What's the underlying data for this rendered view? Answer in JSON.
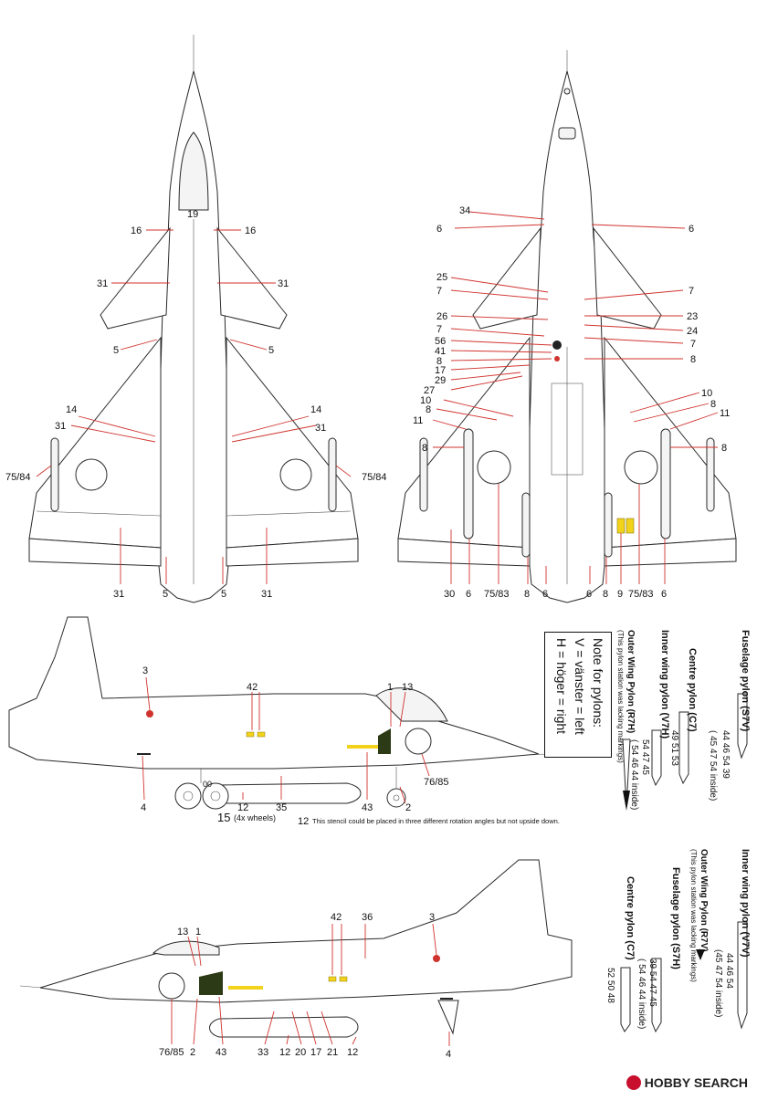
{
  "top_left_view": {
    "labels": [
      "19",
      "16",
      "16",
      "31",
      "31",
      "5",
      "5",
      "14",
      "14",
      "31",
      "31",
      "75/84",
      "75/84",
      "31",
      "5",
      "5",
      "31"
    ]
  },
  "top_right_view": {
    "labels": [
      "34",
      "6",
      "6",
      "25",
      "7",
      "7",
      "26",
      "23",
      "24",
      "7",
      "56",
      "7",
      "41",
      "8",
      "8",
      "17",
      "29",
      "27",
      "10",
      "10",
      "8",
      "8",
      "11",
      "11",
      "8",
      "8",
      "30",
      "6",
      "75/83",
      "8",
      "6",
      "6",
      "8",
      "9",
      "75/83",
      "6"
    ]
  },
  "side_view_1": {
    "labels": [
      "3",
      "42",
      "1",
      "13",
      "4",
      "00",
      "12",
      "35",
      "43",
      "2",
      "76/85"
    ],
    "wheels_label": "15",
    "wheels_note": "(4x wheels)",
    "stencil_number": "12",
    "stencil_note": "This stencil could be placed in three different rotation angles but not upside down."
  },
  "side_view_2": {
    "labels": [
      "13",
      "1",
      "42",
      "36",
      "3",
      "76/85",
      "2",
      "43",
      "33",
      "12",
      "20",
      "17",
      "21",
      "12",
      "4"
    ]
  },
  "pylon_note": {
    "line1": "Note for pylons:",
    "line2": "V = vänster = left",
    "line3": "H = höger = right"
  },
  "pylons_column_1": {
    "fuselage_title": "Fuselage pylon (S7V)",
    "fuselage_row1": "44 46 54 39",
    "fuselage_row2": "( 45 47 54 inside)",
    "centre_title": "Centre pylon (C7)",
    "centre_row": "49 51 53",
    "inner_title": "Inner wing pylon (V7H)",
    "inner_row1": "54 47 45",
    "inner_row2": "( 54 46 44 inside)",
    "outer_title": "Outer Wing Pylon (R7H)",
    "outer_note": "(This pylon station was lacking markings)"
  },
  "pylons_column_2": {
    "inner_title": "Inner wing pylon (V7V)",
    "inner_row1": "44 46 54",
    "inner_row2": "(45 47 54 inside)",
    "outer_title": "Outer Wing Pylon (R7V)",
    "outer_note": "(This pylon station was lacking markings)",
    "fuselage_title": "Fuselage pylon (S7H)",
    "fuselage_row1": "39 54 47 45",
    "fuselage_row2": "( 54 46 44 inside)",
    "centre_title": "Centre pylon (C7)",
    "centre_row": "52 50 48"
  },
  "brand": {
    "text": "HOBBY SEARCH"
  },
  "colors": {
    "leader": "#d0332e",
    "insignia_yellow": "#f2d21b",
    "brand_red": "#c8102e"
  }
}
